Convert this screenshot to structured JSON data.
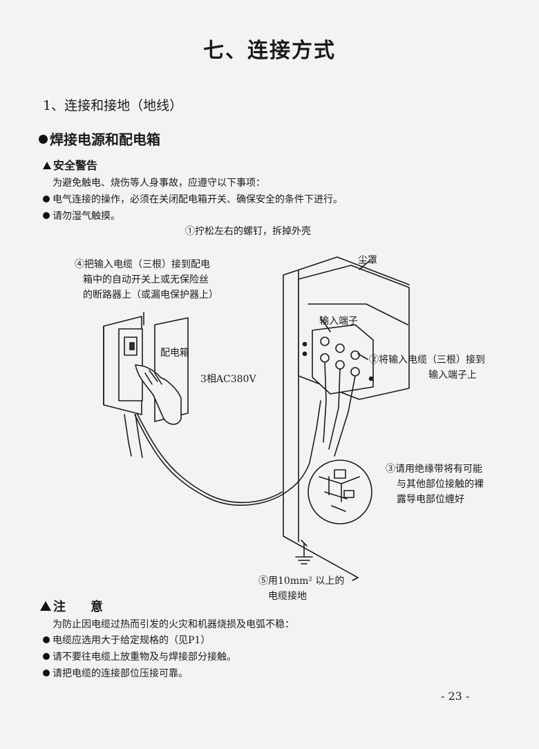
{
  "page": {
    "title": "七、连接方式",
    "section": "1、连接和接地（地线）",
    "subsection": "焊接电源和配电箱",
    "safety": {
      "heading": "安全警告",
      "intro": "为避免触电、烧伤等人身事故，应遵守以下事项：",
      "items": [
        "电气连接的操作，必须在关闭配电箱开关、确保安全的条件下进行。",
        "请勿湿气触摸。"
      ]
    },
    "diagram": {
      "step1": "①拧松左右的螺钉，拆掉外壳",
      "step4": [
        "④把输入电缆（三根）接到配电",
        "箱中的自动开关上或无保险丝",
        "的断路器上（或漏电保护器上）"
      ],
      "dust_cover": "尘罩",
      "input_terminal": "输入端子",
      "distribution_box": "配电箱",
      "voltage": "3相AC380V",
      "step2": [
        "②将输入电缆（三根）接到",
        "输入端子上"
      ],
      "step3": [
        "③请用绝缘带将有可能",
        "与其他部位接触的裸",
        "露导电部位缠好"
      ],
      "step5": [
        "⑤用10mm² 以上的",
        "电缆接地"
      ]
    },
    "note": {
      "heading": "注　　意",
      "intro": "为防止因电缆过热而引发的火灾和机器烧损及电弧不稳：",
      "items": [
        "电缆应选用大于给定规格的（见P1）",
        "请不要往电缆上放重物及与焊接部分接触。",
        "请把电缆的连接部位压接可靠。"
      ]
    },
    "page_number": "- 23 -"
  }
}
